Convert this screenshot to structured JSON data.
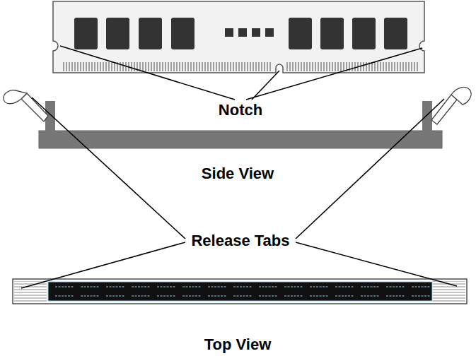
{
  "diagram": {
    "labels": [
      "Notch",
      "Side View",
      "Release Tabs",
      "Top View"
    ]
  }
}
